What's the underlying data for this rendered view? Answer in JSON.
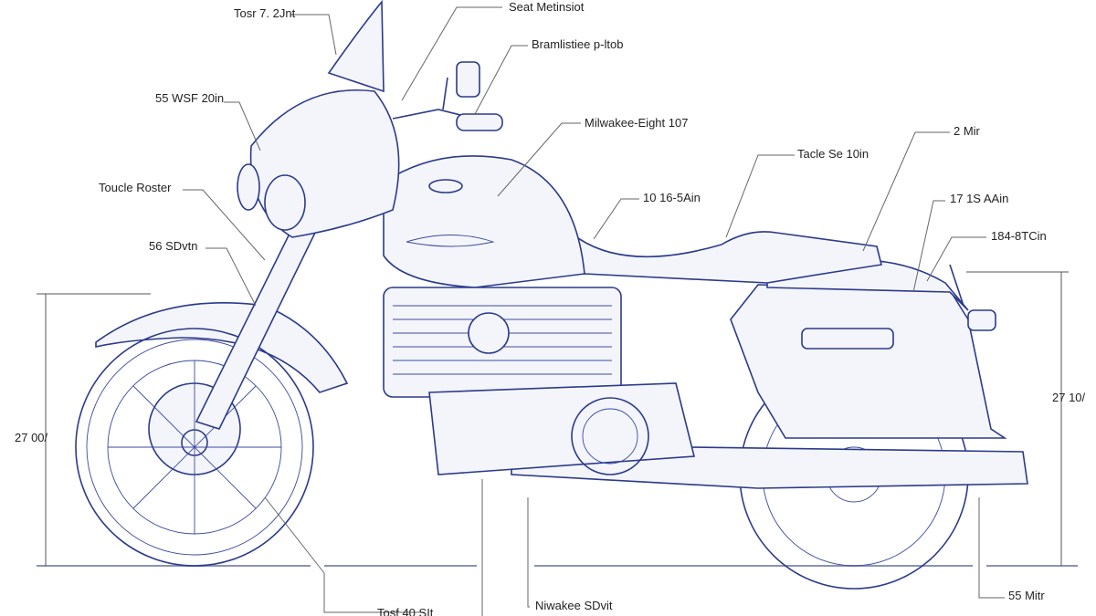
{
  "labels": {
    "windshield": "Tosr 7. 2Jnt",
    "seat_top": "Seat Metinsiot",
    "handlebar": "Bramlistiee p-ltob",
    "fairing": "55 WSF 20in",
    "engine": "Milwakee-Eight 107",
    "seat": "Tacle Se 10in",
    "rear_top": "2 Mir",
    "headlight": "Toucle Roster",
    "tank": "10 16-5Ain",
    "saddlebag": "17 1S AAin",
    "tail": "184-8TCin",
    "fork": "56 SDvtn",
    "height_left": "27 00/",
    "height_right": "27 10/",
    "front_bottom": "Tosf 40 SIt",
    "engine_bottom": "Niwakee SDvit",
    "rear_bottom": "55 Mitr"
  },
  "colors": {
    "line": "#2b3a8c",
    "background": "#ffffff"
  }
}
